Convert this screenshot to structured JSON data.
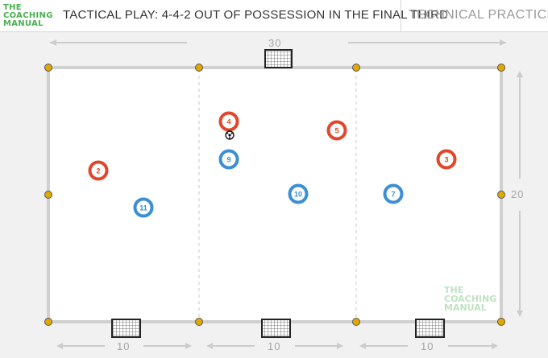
{
  "header": {
    "logo": {
      "line1": "THE",
      "line2": "COACHING",
      "line3": "MANUAL"
    },
    "title": "TACTICAL PLAY: 4-4-2 OUT OF POSSESSION IN THE FINAL THIRD",
    "subtitle": "TECHNICAL PRACTICE"
  },
  "pitch": {
    "width_label": "30",
    "height_label": "20",
    "zone_labels": [
      "10",
      "10",
      "10"
    ],
    "line_color": "#d0d0d0",
    "cone_color": "#e0a800",
    "goal_color": "#222222"
  },
  "players": {
    "red_team_color": "#e0472a",
    "blue_team_color": "#3d8ed3",
    "red": [
      "2",
      "4",
      "5",
      "3"
    ],
    "blue": [
      "11",
      "9",
      "10",
      "7"
    ]
  },
  "watermark": {
    "line1": "THE",
    "line2": "COACHING",
    "line3": "MANUAL"
  }
}
